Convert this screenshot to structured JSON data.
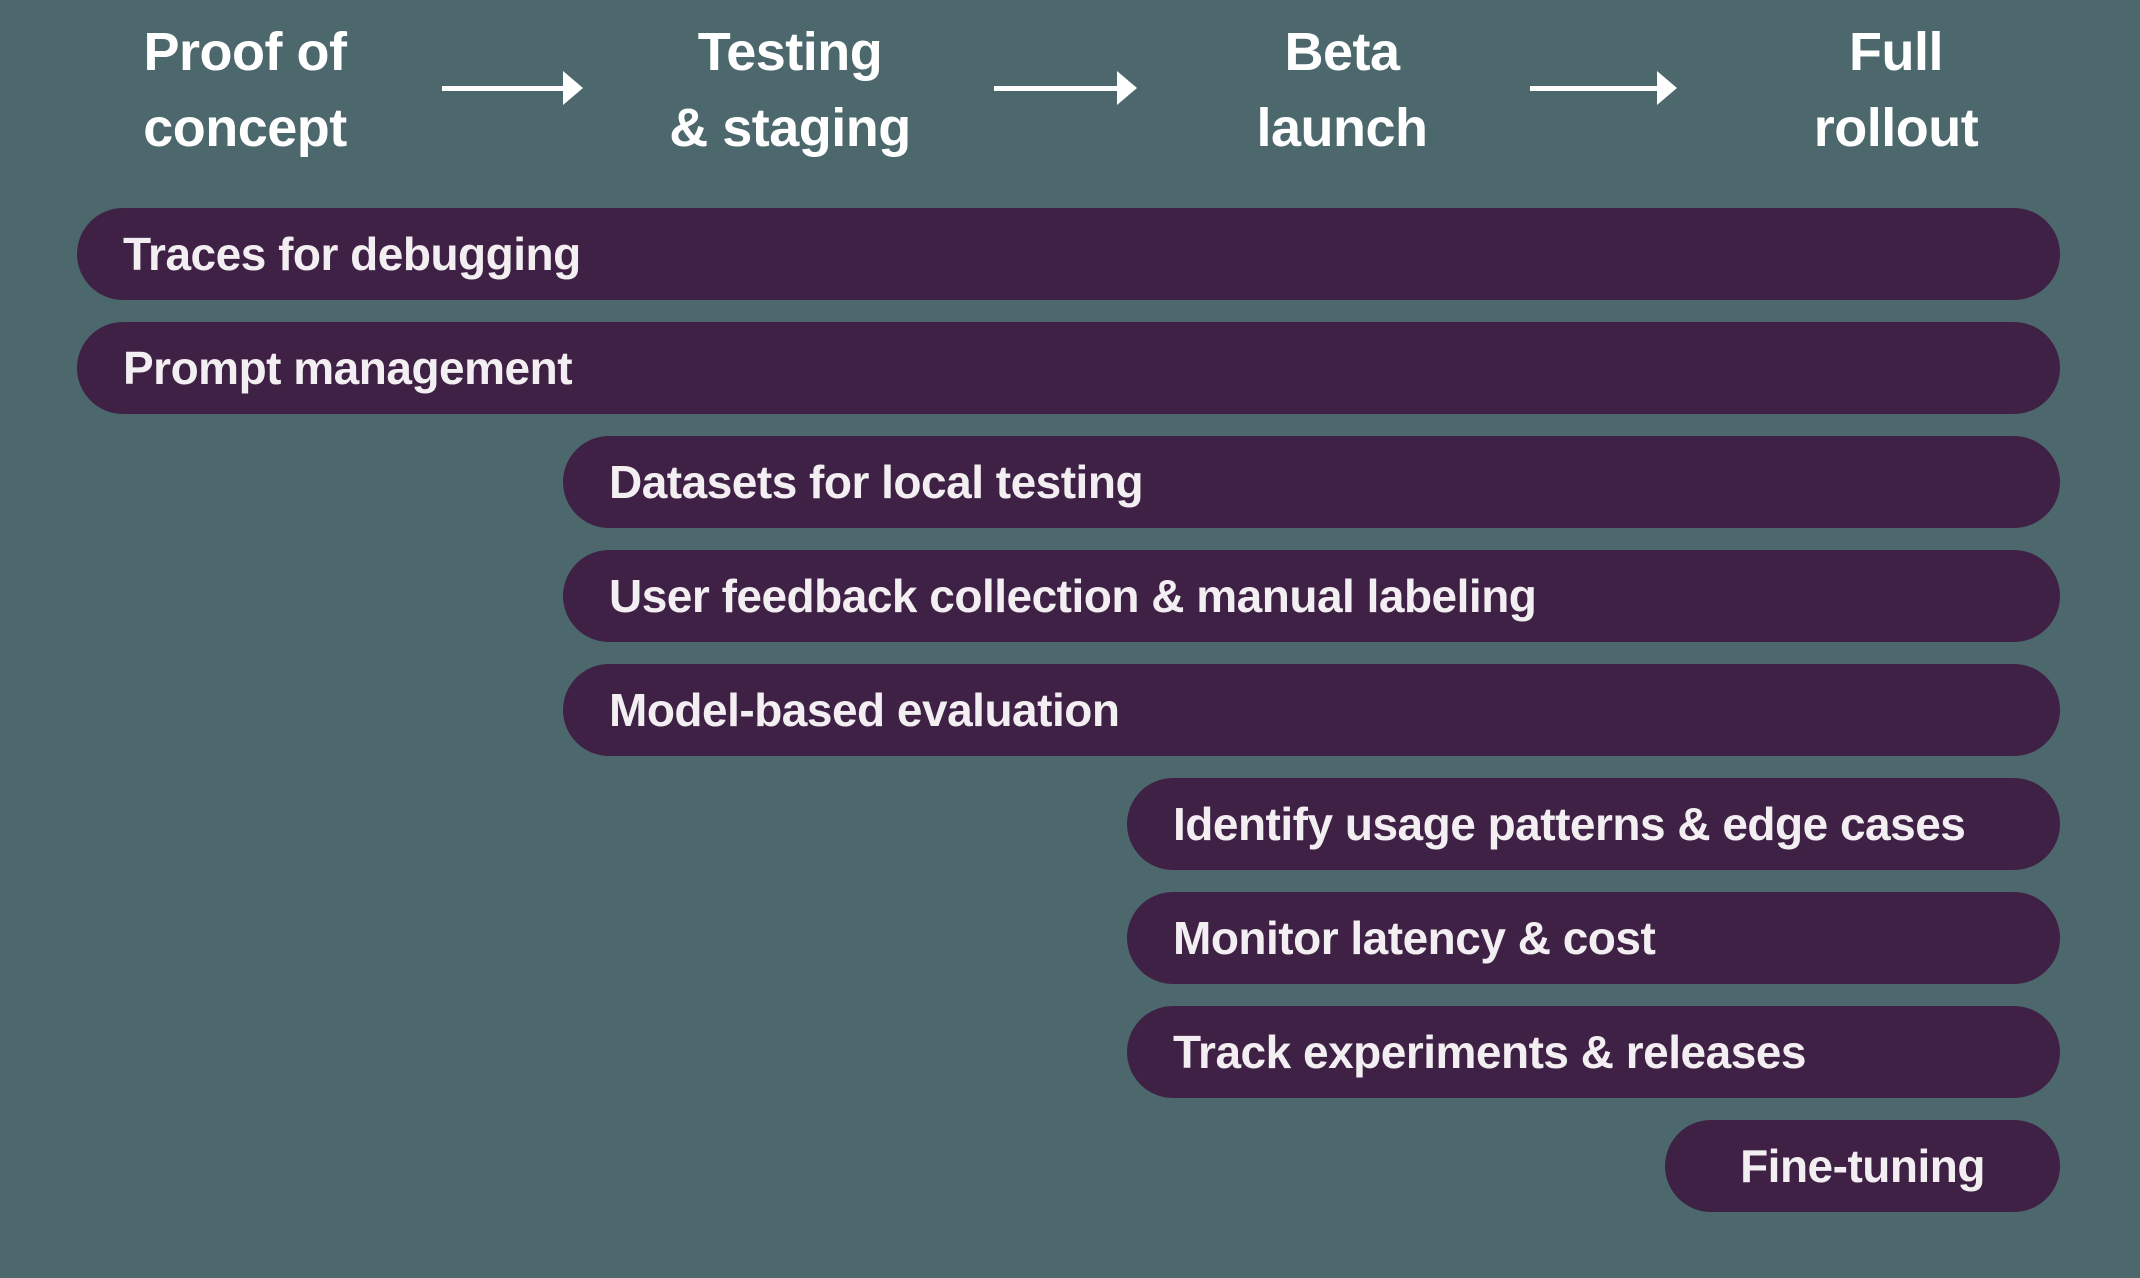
{
  "phases": [
    {
      "id": "proof-of-concept",
      "lines": [
        "Proof of",
        "concept"
      ]
    },
    {
      "id": "testing-staging",
      "lines": [
        "Testing",
        "& staging"
      ]
    },
    {
      "id": "beta-launch",
      "lines": [
        "Beta",
        "launch"
      ]
    },
    {
      "id": "full-rollout",
      "lines": [
        "Full",
        "rollout"
      ]
    }
  ],
  "bars": [
    {
      "label": "Traces for debugging",
      "starts_at_phase": "Proof of concept"
    },
    {
      "label": "Prompt management",
      "starts_at_phase": "Proof of concept"
    },
    {
      "label": "Datasets for local testing",
      "starts_at_phase": "Testing & staging"
    },
    {
      "label": "User feedback collection & manual labeling",
      "starts_at_phase": "Testing & staging"
    },
    {
      "label": "Model-based evaluation",
      "starts_at_phase": "Testing & staging"
    },
    {
      "label": "Identify usage patterns & edge cases",
      "starts_at_phase": "Beta launch"
    },
    {
      "label": "Monitor latency & cost",
      "starts_at_phase": "Beta launch"
    },
    {
      "label": "Track experiments & releases",
      "starts_at_phase": "Beta launch"
    },
    {
      "label": "Fine-tuning",
      "starts_at_phase": "Full rollout"
    }
  ],
  "colors": {
    "background": "#4C686D",
    "bar_fill": "#3E2144",
    "bar_text": "#F2EEF1",
    "phase_text": "#FFFFFF",
    "arrow": "#FFFFFF"
  }
}
